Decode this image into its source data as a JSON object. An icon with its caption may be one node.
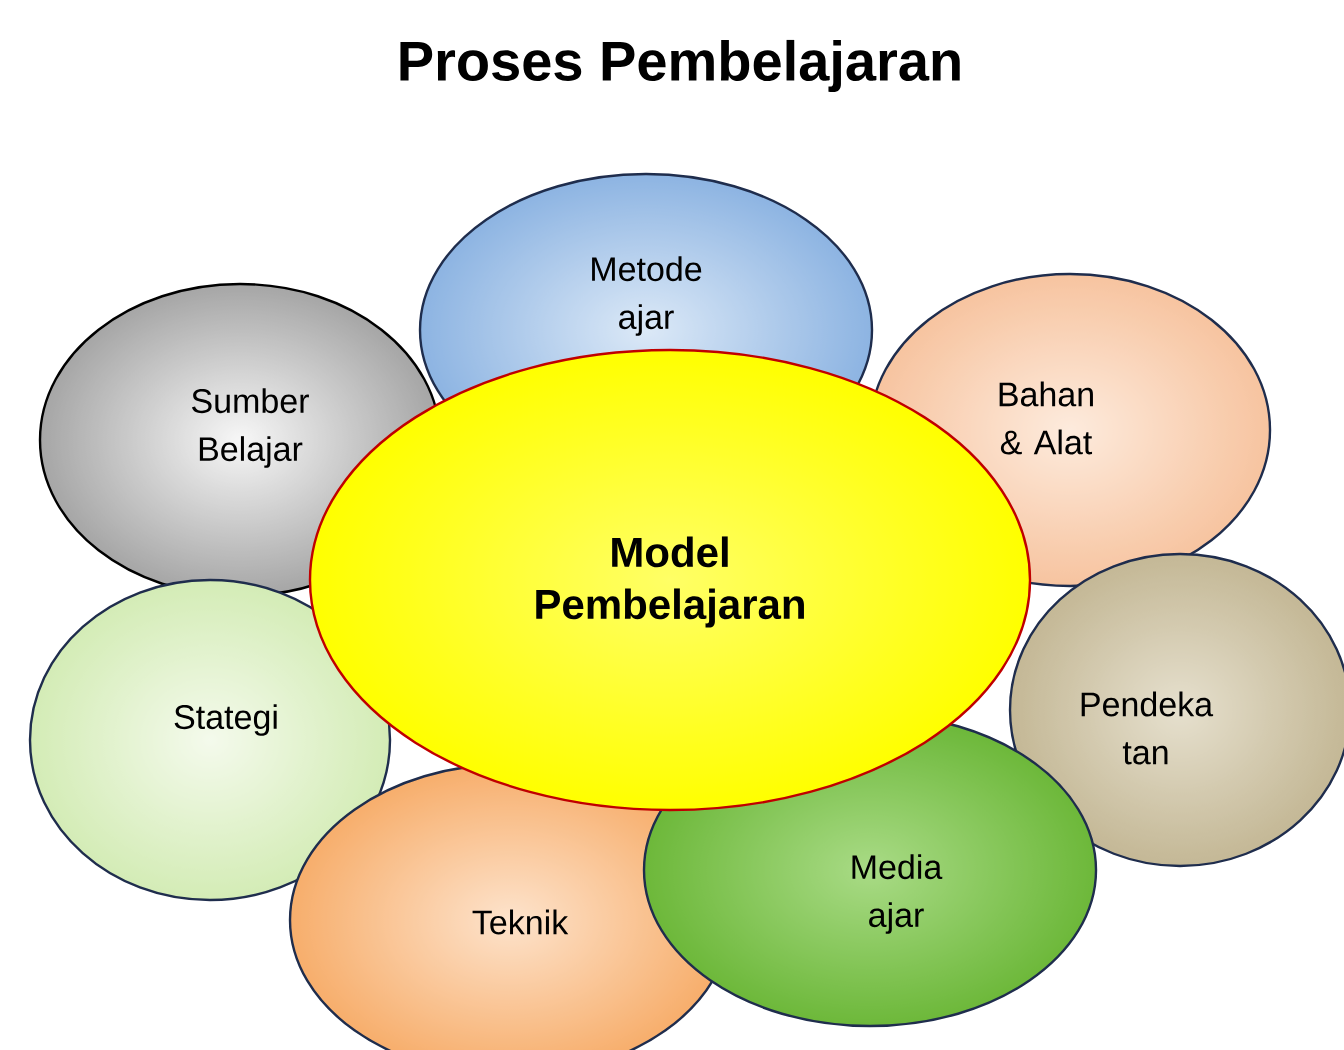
{
  "diagram": {
    "title": "Proses Pembelajaran",
    "nodes": [
      {
        "text": [
          "Metode ajar"
        ]
      },
      {
        "text": [
          "Sumber Belajar"
        ]
      },
      {
        "text": [
          "Bahan & Alat"
        ]
      },
      {
        "text": [
          "Model Pembelajaran"
        ]
      },
      {
        "text": [
          "Stategi"
        ]
      },
      {
        "text": [
          "Pendeka tan"
        ]
      },
      {
        "text": [
          "Media ajar"
        ]
      },
      {
        "text": [
          "Teknik"
        ]
      }
    ]
  }
}
